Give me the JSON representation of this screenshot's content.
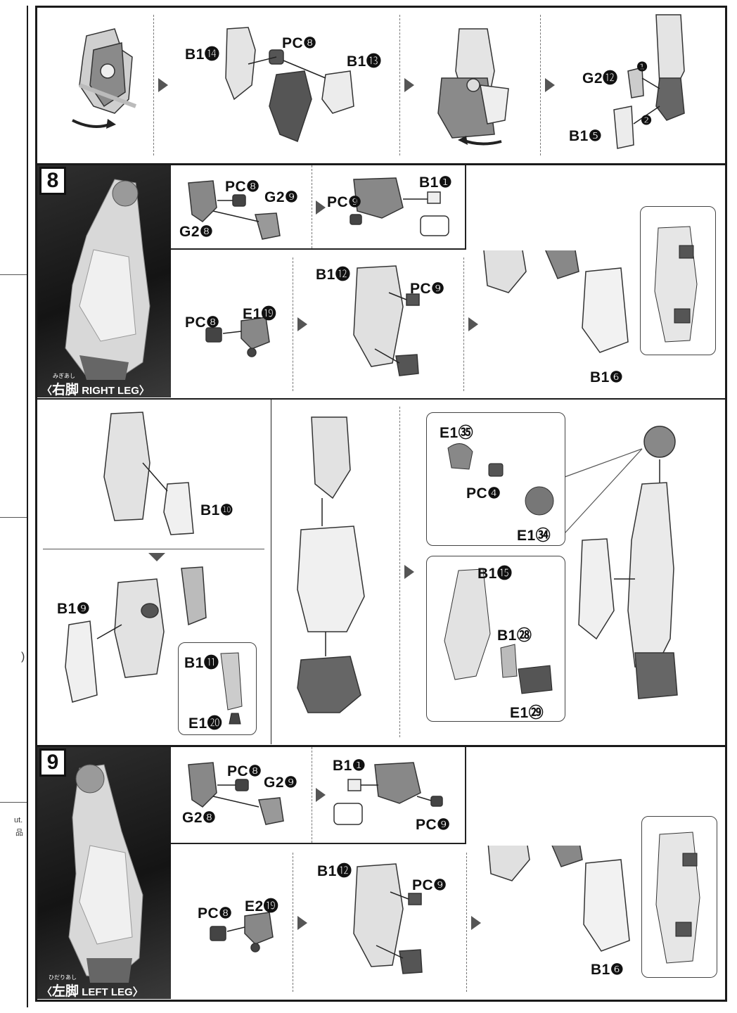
{
  "step_8": {
    "number": "8",
    "caption_jp": "右脚",
    "caption_furigana": "みぎあし",
    "caption_en": "RIGHT LEG"
  },
  "step_9": {
    "number": "9",
    "caption_jp": "左脚",
    "caption_furigana": "ひだりあし",
    "caption_en": "LEFT LEG"
  },
  "top_panel": {
    "labels": [
      "B1⓮",
      "PC❽",
      "B1⓭",
      "G2⓬",
      "B1❺"
    ],
    "order_marks": [
      "❶",
      "❷"
    ]
  },
  "step8_panels": {
    "a_labels": [
      "PC❽",
      "G2❾",
      "G2❽"
    ],
    "b_labels": [
      "B1❶",
      "PC❾"
    ],
    "c_labels": [
      "PC❽",
      "E1⓳"
    ],
    "d_labels": [
      "B1⓬",
      "PC❾"
    ],
    "e_labels": [
      "B1❻"
    ]
  },
  "step8_lower": {
    "f_labels": [
      "B1❿"
    ],
    "g_labels": [
      "B1❾",
      "B1⓫",
      "E1⓴"
    ],
    "i_labels": [
      "E1㉟",
      "PC❹",
      "E1㉞"
    ],
    "j_labels": [
      "B1⓯",
      "B1㉘",
      "E1㉙"
    ]
  },
  "step9_panels": {
    "a_labels": [
      "PC❽",
      "G2❾",
      "G2❽"
    ],
    "b_labels": [
      "B1❶",
      "PC❾"
    ],
    "c_labels": [
      "PC❽",
      "E2⓳"
    ],
    "d_labels": [
      "B1⓬",
      "PC❾"
    ],
    "e_labels": [
      "B1❻"
    ]
  },
  "edge_fragments": [
    "ut.",
    "品",
    ")"
  ]
}
